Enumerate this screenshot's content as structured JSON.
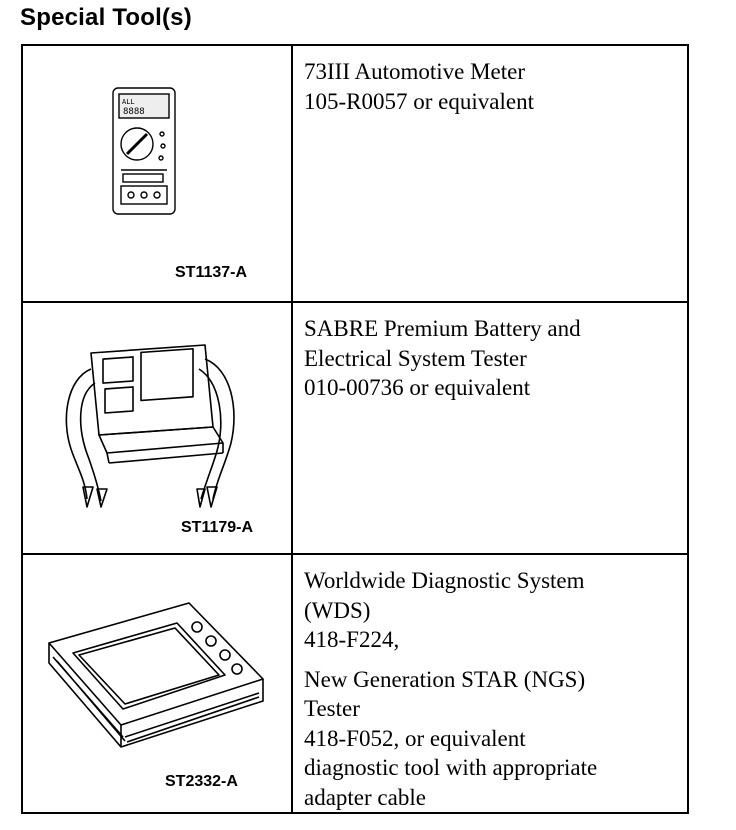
{
  "header": {
    "title": "Special Tool(s)"
  },
  "tools": [
    {
      "illustration_icon": "multimeter-icon",
      "code": "ST1137-A",
      "lines": [
        "73III Automotive Meter",
        "105-R0057 or equivalent"
      ]
    },
    {
      "illustration_icon": "battery-tester-icon",
      "code": "ST1179-A",
      "lines": [
        "SABRE Premium Battery and",
        "Electrical System Tester",
        "010-00736 or equivalent"
      ]
    },
    {
      "illustration_icon": "diagnostic-scanner-icon",
      "code": "ST2332-A",
      "lines": [
        "Worldwide Diagnostic System",
        "(WDS)",
        "418-F224,",
        "New Generation STAR (NGS)",
        "Tester",
        "418-F052, or equivalent",
        "diagnostic tool with appropriate",
        "adapter cable"
      ]
    }
  ]
}
